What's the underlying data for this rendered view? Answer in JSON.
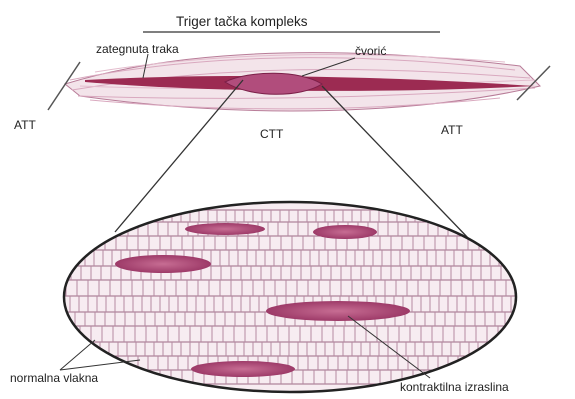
{
  "title": "Triger tačka kompleks",
  "labels": {
    "taut_band": "zategnuta traka",
    "nodule": "čvorić",
    "att_left": "ATT",
    "ctt": "CTT",
    "att_right": "ATT",
    "normal_fibers": "normalna vlakna",
    "contraction_knot": "kontraktilna izraslina"
  },
  "colors": {
    "taut_band": "#9c2b52",
    "fiber_pink": "#e8c8d4",
    "knot": "#b14d7c",
    "outline": "#333333"
  }
}
